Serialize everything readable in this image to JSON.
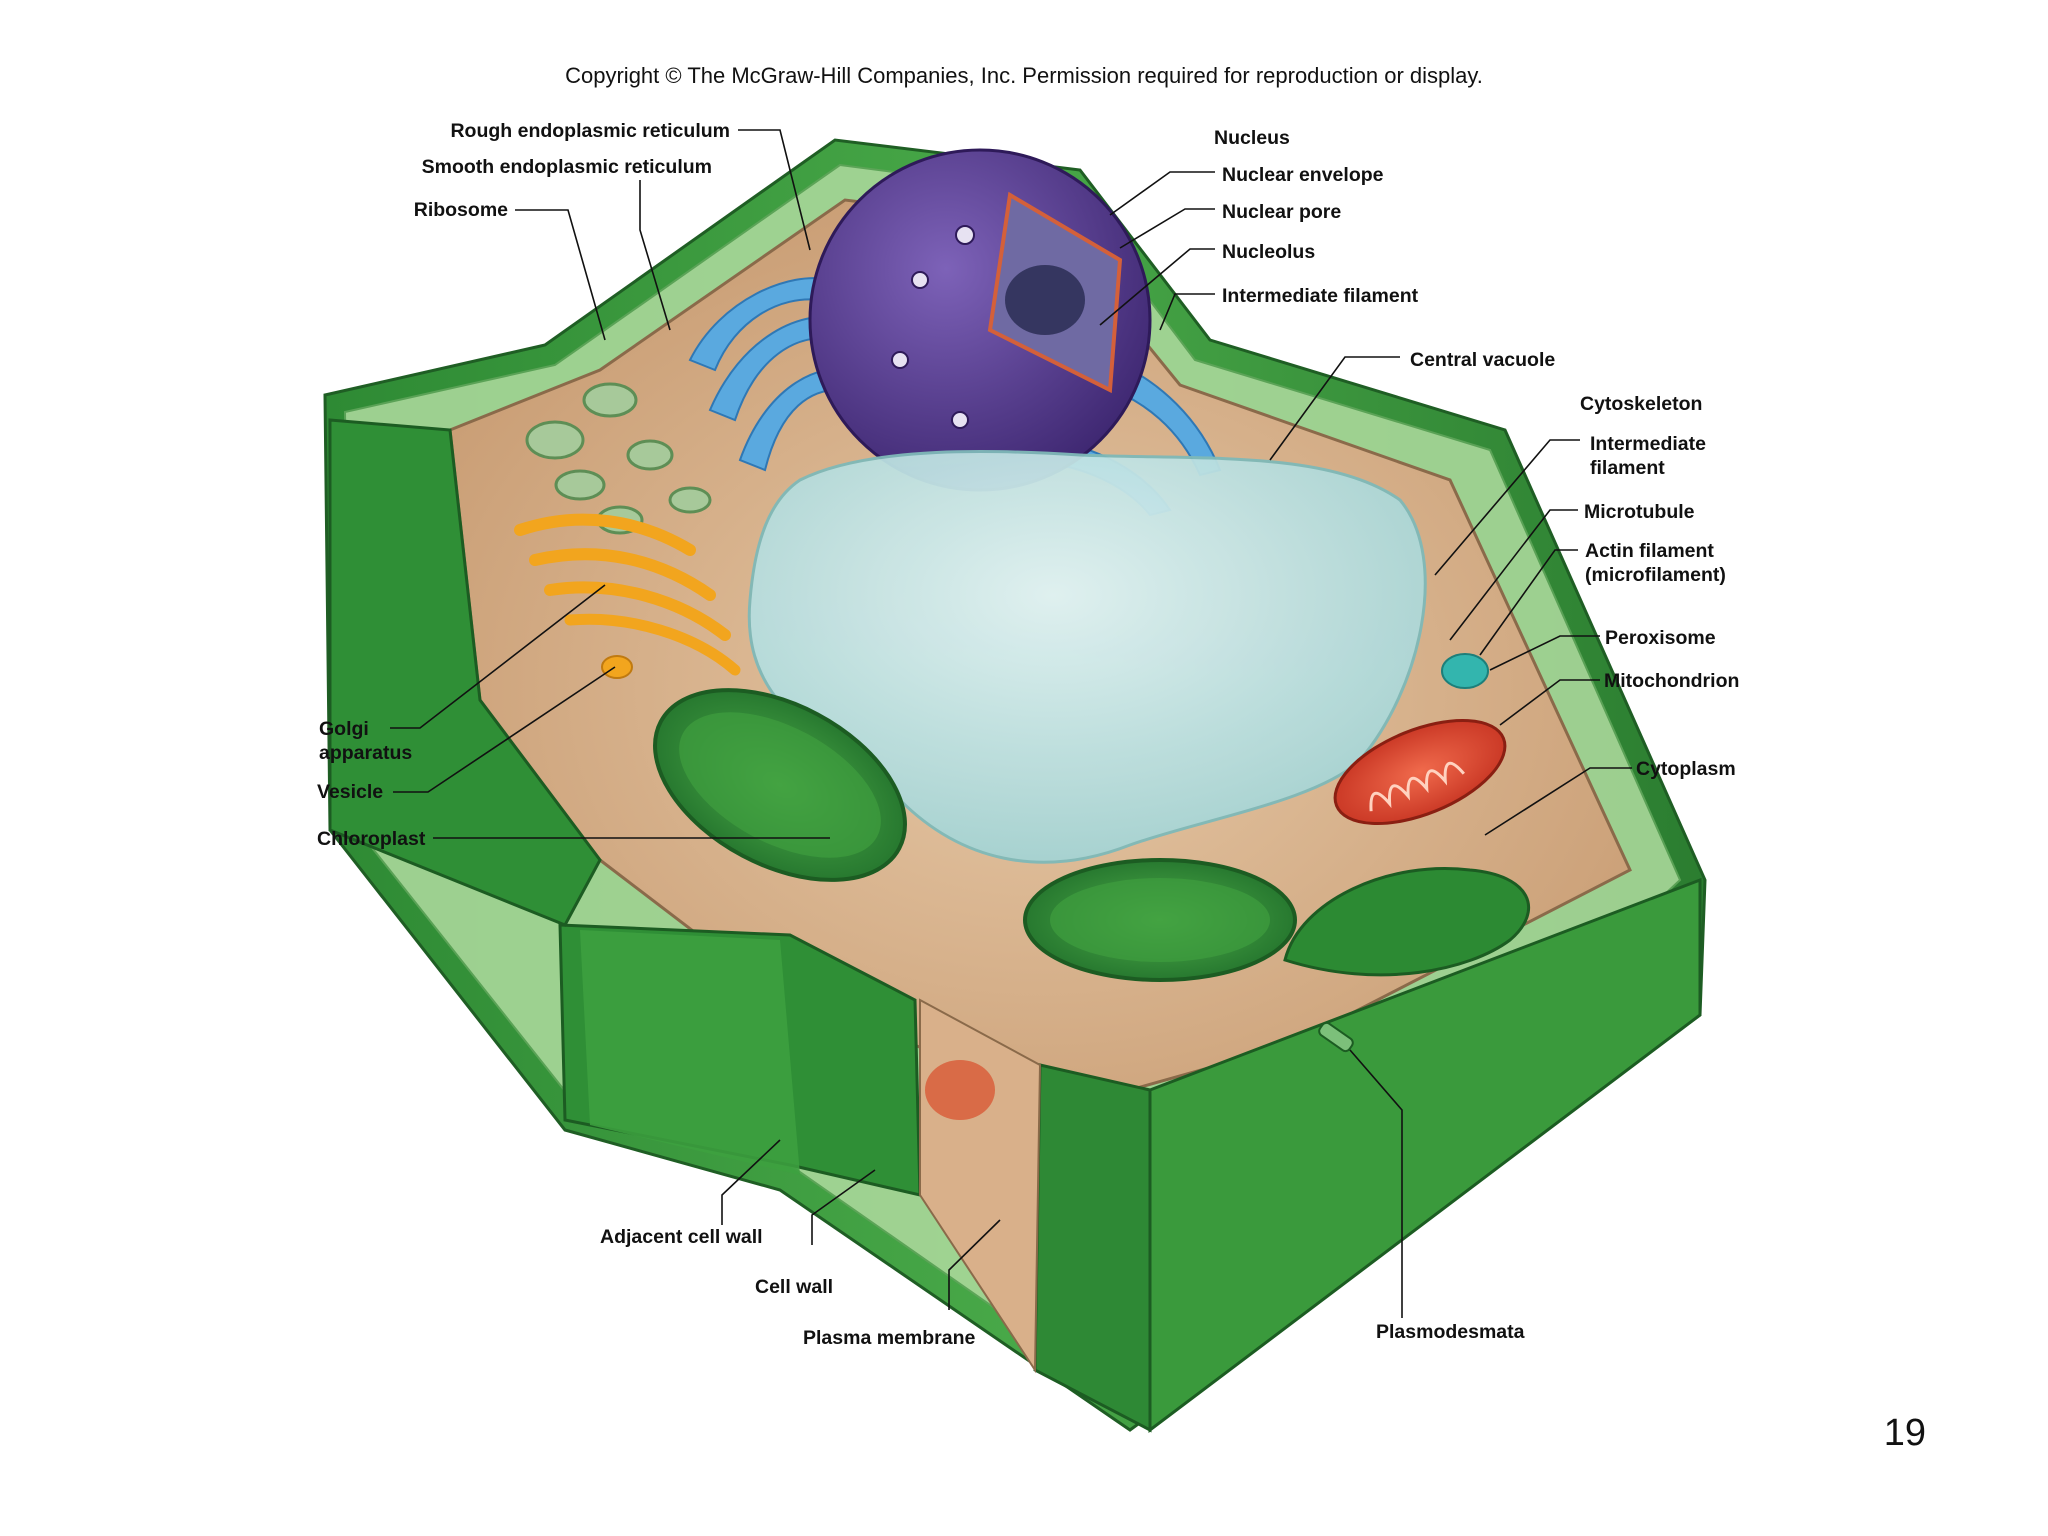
{
  "copyright": "Copyright © The McGraw-Hill Companies, Inc. Permission required for reproduction or display.",
  "page_number": "19",
  "labels": {
    "rough_er": "Rough endoplasmic reticulum",
    "smooth_er": "Smooth endoplasmic reticulum",
    "ribosome": "Ribosome",
    "golgi_line1": "Golgi",
    "golgi_line2": "apparatus",
    "vesicle": "Vesicle",
    "chloroplast": "Chloroplast",
    "adjacent_cell_wall": "Adjacent cell wall",
    "cell_wall": "Cell wall",
    "plasma_membrane": "Plasma membrane",
    "plasmodesmata": "Plasmodesmata",
    "nucleus": "Nucleus",
    "nuclear_envelope": "Nuclear envelope",
    "nuclear_pore": "Nuclear pore",
    "nucleolus": "Nucleolus",
    "intermediate_filament_nucleus": "Intermediate filament",
    "central_vacuole": "Central vacuole",
    "cytoskeleton": "Cytoskeleton",
    "intermediate_filament_line1": "Intermediate",
    "intermediate_filament_line2": "filament",
    "microtubule": "Microtubule",
    "actin_line1": "Actin filament",
    "actin_line2": "(microfilament)",
    "peroxisome": "Peroxisome",
    "mitochondrion": "Mitochondrion",
    "cytoplasm": "Cytoplasm"
  },
  "colors": {
    "cell_wall": "#3f9a3f",
    "cell_wall_light": "#9fd08f",
    "cytoplasm": "#d9b48f",
    "nucleus": "#5b3f93",
    "er": "#5aa9df",
    "vacuole": "#bfe3e6",
    "golgi": "#f2a51e",
    "mitochondrion": "#e0452e",
    "chloroplast": "#2f8f38",
    "peroxisome": "#33b5ae"
  }
}
